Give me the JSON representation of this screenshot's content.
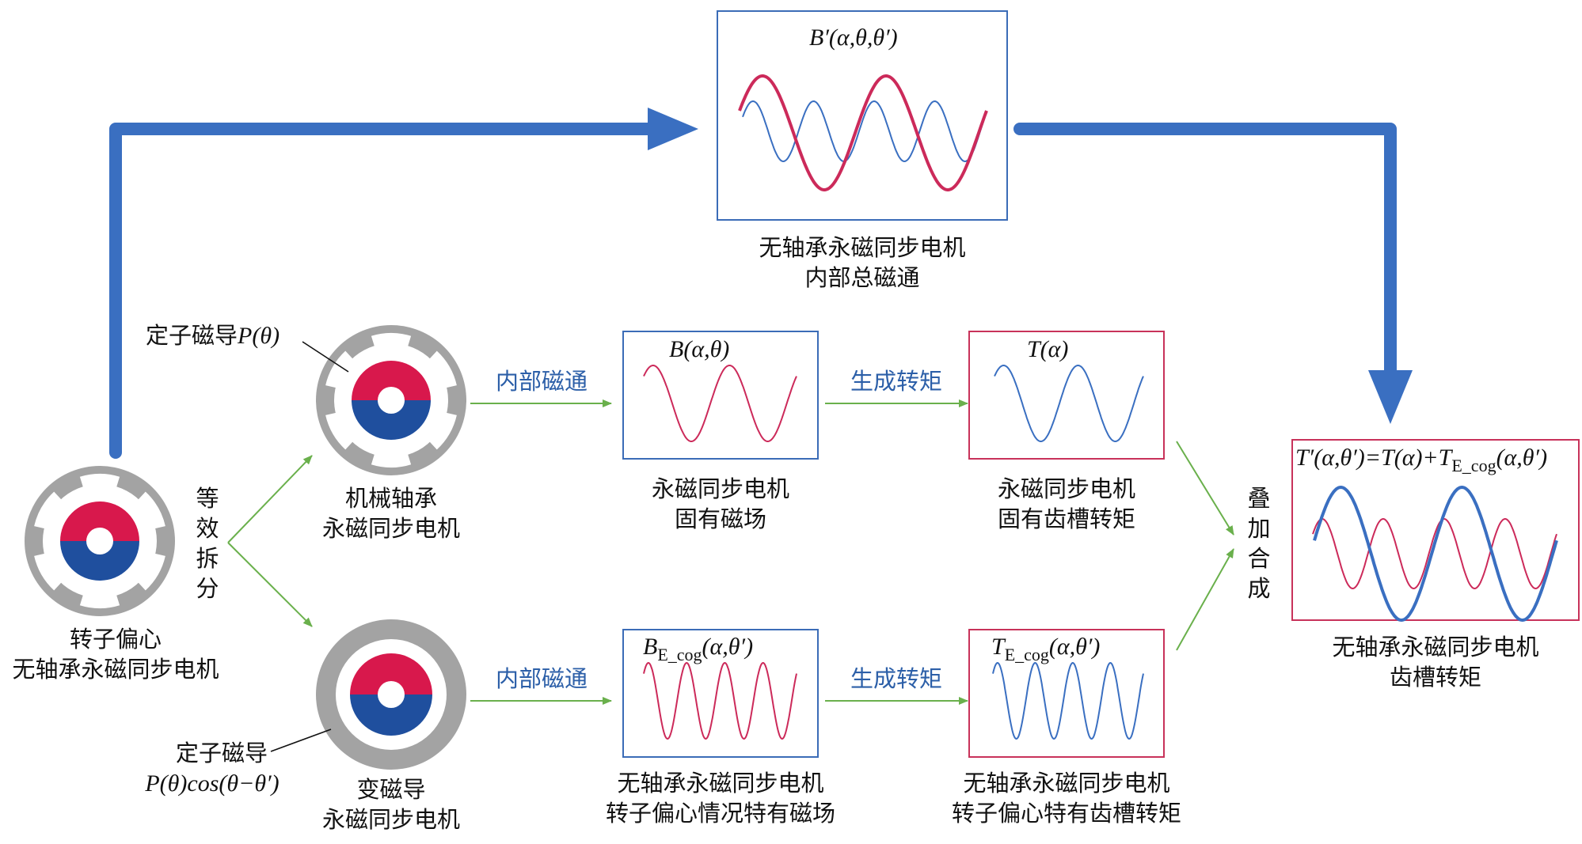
{
  "colors": {
    "flow_arrow": "#3a6fc1",
    "green_arrow": "#6ab04c",
    "blue_box": "#3b6cb7",
    "red_box": "#c8325a",
    "blue_wave": "#3a6fc1",
    "red_wave": "#cc2a5a",
    "stator_gray": "#a3a3a3",
    "rotor_red": "#d8184c",
    "rotor_blue": "#1f4f9e"
  },
  "labels": {
    "eccentric_motor": [
      "转子偏心",
      "无轴承永磁同步电机"
    ],
    "split": [
      "等",
      "效",
      "拆",
      "分"
    ],
    "stator_permeance_top_label": "定子磁导",
    "stator_permeance_top_expr": "P(θ)",
    "stator_permeance_bottom_label": "定子磁导",
    "stator_permeance_bottom_expr": "P(θ)cos(θ−θ′)",
    "mech_bearing_motor": [
      "机械轴承",
      "永磁同步电机"
    ],
    "var_permeance_motor": [
      "变磁导",
      "永磁同步电机"
    ],
    "internal_flux_top": "内部磁通",
    "internal_flux_bottom": "内部磁通",
    "gen_torque_top": "生成转矩",
    "gen_torque_bottom": "生成转矩",
    "total_flux_caption": [
      "无轴承永磁同步电机",
      "内部总磁通"
    ],
    "inherent_field_caption": [
      "永磁同步电机",
      "固有磁场"
    ],
    "inherent_cog_caption": [
      "永磁同步电机",
      "固有齿槽转矩"
    ],
    "ecc_field_caption": [
      "无轴承永磁同步电机",
      "转子偏心情况特有磁场"
    ],
    "ecc_cog_caption": [
      "无轴承永磁同步电机",
      "转子偏心特有齿槽转矩"
    ],
    "superpose": [
      "叠",
      "加",
      "合",
      "成"
    ],
    "result_caption": [
      "无轴承永磁同步电机",
      "齿槽转矩"
    ]
  },
  "formulas": {
    "total_flux": "B′(α,θ,θ′)",
    "inherent_field": "B(α,θ)",
    "inherent_cog": "T(α)",
    "ecc_field": "B_E_cog(α,θ′)",
    "ecc_cog": "T_E_cog(α,θ′)",
    "result": "T′(α,θ′)=T(α)+T_E_cog(α,θ′)"
  }
}
